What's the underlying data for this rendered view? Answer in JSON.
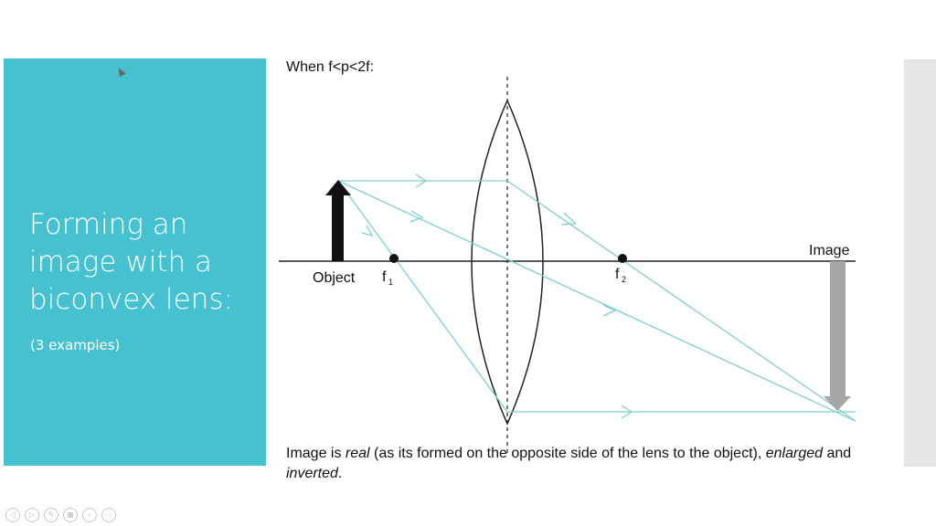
{
  "colors": {
    "panel": "#45c1d0",
    "ray": "#7fcfcf",
    "object_arrow": "#111111",
    "image_arrow": "#a6a6a6",
    "axis": "#222222"
  },
  "sidebar": {
    "title": "Forming an image with a biconvex lens:",
    "subtitle": "(3 examples)"
  },
  "diagram": {
    "condition": "When f<p<2f:",
    "labels": {
      "object": "Object",
      "image": "Image",
      "focus_1_letter": "f",
      "focus_1_sub": "1",
      "focus_2_letter": "f",
      "focus_2_sub": "2"
    }
  },
  "caption": {
    "part1": "Image is ",
    "real": "real",
    "part2": " (as its formed on the opposite side of the lens to the object), ",
    "enlarged": "enlarged",
    "part3": " and ",
    "inverted": "inverted",
    "part4": "."
  },
  "controls": [
    {
      "icon": "previous-icon",
      "glyph": "◁"
    },
    {
      "icon": "next-icon",
      "glyph": "▷"
    },
    {
      "icon": "pen-icon",
      "glyph": "✎"
    },
    {
      "icon": "slides-icon",
      "glyph": "▦"
    },
    {
      "icon": "zoom-icon",
      "glyph": "⌕"
    },
    {
      "icon": "more-icon",
      "glyph": "⋯"
    }
  ]
}
